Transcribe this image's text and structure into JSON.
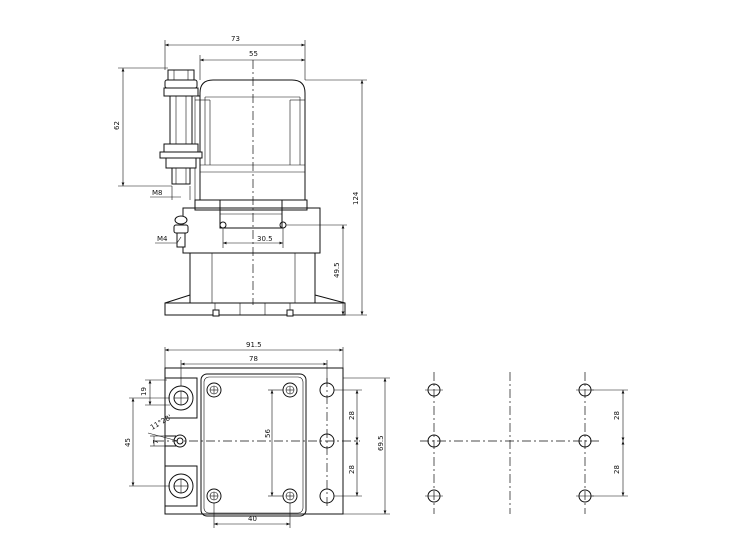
{
  "dimensions": {
    "top_width_73": "73",
    "top_width_55": "55",
    "height_62": "62",
    "thread_m8": "M8",
    "height_124": "124",
    "screw_m4": "M4",
    "pitch_30_5": "30.5",
    "height_49_5": "49.5",
    "base_width_91_5": "91.5",
    "base_width_78": "78",
    "offset_19": "19",
    "angle_label": "11°28'",
    "offset_7": "7",
    "height_45": "45",
    "height_56": "56",
    "pitch_28_a": "28",
    "pitch_28_b": "28",
    "depth_69_5": "69.5",
    "bottom_40": "40",
    "pattern_28_a": "28",
    "pattern_28_b": "28"
  }
}
